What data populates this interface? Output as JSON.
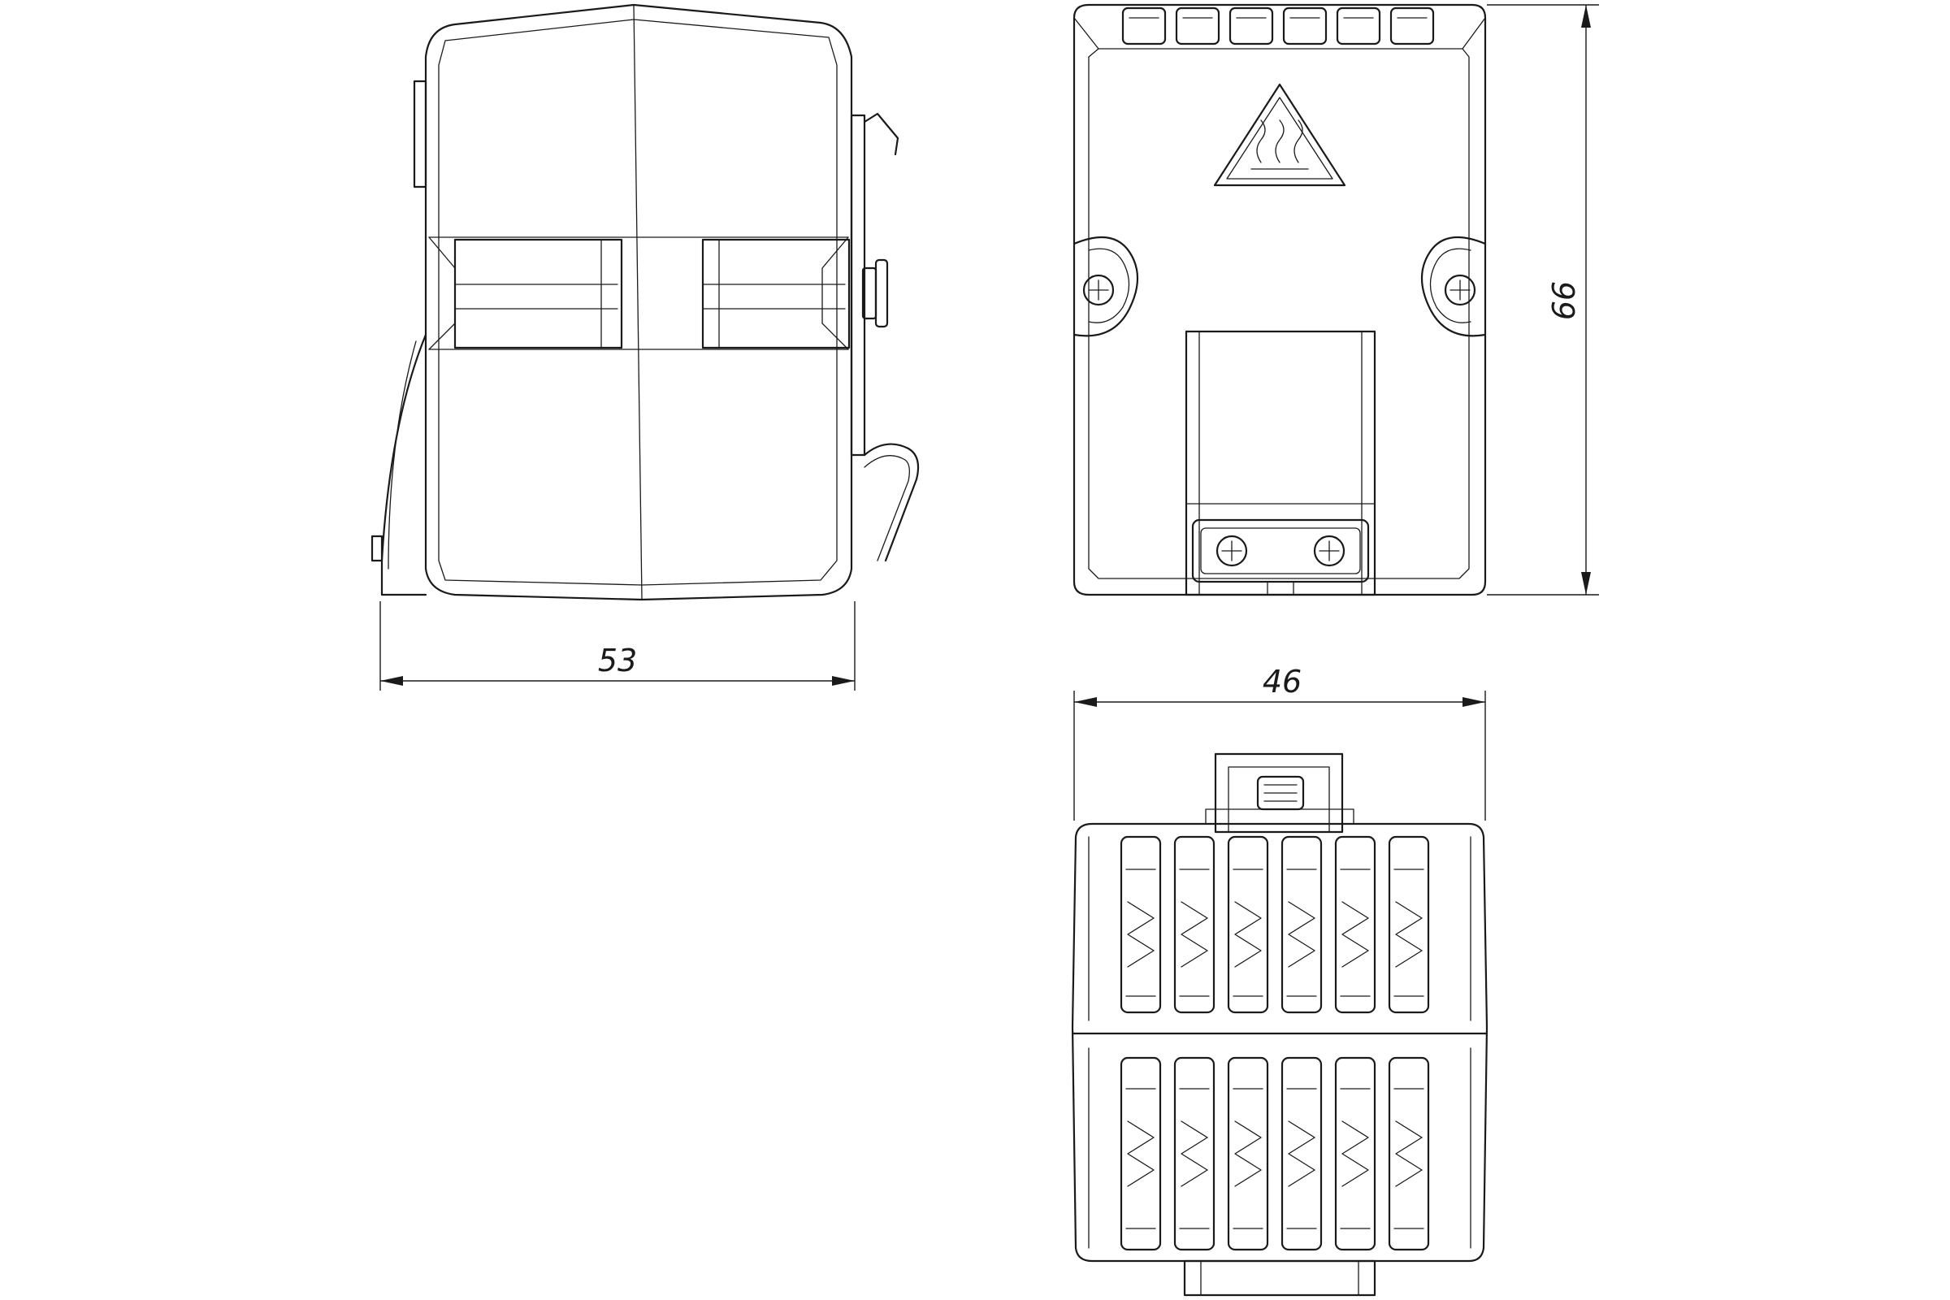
{
  "dimensions": {
    "side_width": "53",
    "front_height": "66",
    "front_width": "46"
  },
  "warning_symbol": "hot-surface-warning-icon",
  "colors": {
    "line": "#1a1a1a",
    "background": "#ffffff"
  }
}
